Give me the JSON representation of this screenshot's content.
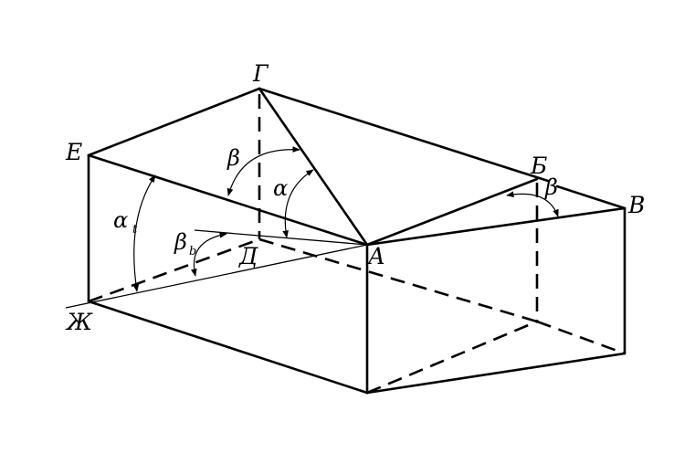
{
  "vertices": {
    "G": "Г",
    "E": "Е",
    "B6": "Б",
    "V": "В",
    "A": "А",
    "D": "Д",
    "Zh": "Ж"
  },
  "angles": {
    "beta_top": "β",
    "alpha": "α",
    "beta_right": "β",
    "alpha_t": "α",
    "alpha_t_sub": "t",
    "beta_b": "β",
    "beta_b_sub": "b"
  }
}
